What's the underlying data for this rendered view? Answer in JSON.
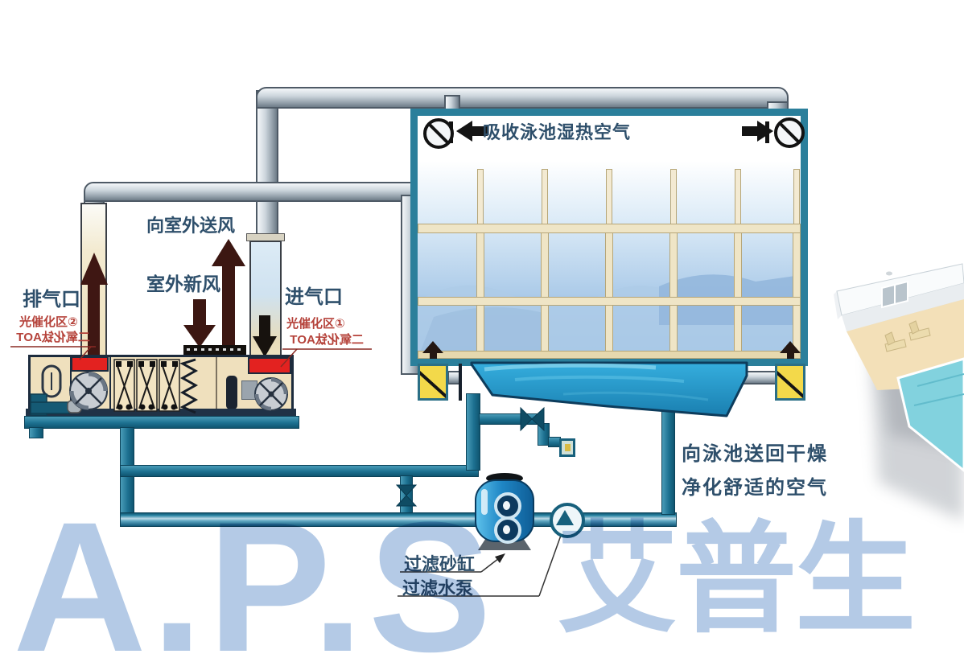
{
  "watermark": {
    "latin": "A.P.S",
    "cjk": "艾普生"
  },
  "pool_room": {
    "top_label": "吸收泳池湿热空气"
  },
  "ahu": {
    "exhaust_label": "排气口",
    "supply_out_label": "向室外送风",
    "fresh_air_label": "室外新风",
    "intake_label": "进气口",
    "photocatalytic_zone_2": "光催化区②",
    "photocatalytic_zone_1": "光催化区①",
    "tio2_label": "二氧化钛AOT"
  },
  "return_air": {
    "line1": "向泳池送回干燥",
    "line2": "净化舒适的空气"
  },
  "filtration": {
    "sand_filter_label": "过滤砂缸",
    "pump_label": "过滤水泵"
  },
  "colors": {
    "room_border": "#2b7f9b",
    "teal_pipe": "#1d7191",
    "gray_pipe": "#9fabb5",
    "red_block": "#e32222",
    "maroon_arrow": "#3c1712",
    "pool_water": "#2196c8",
    "yellow_valve": "#f3d94a",
    "cream_duct": "#efe0bb",
    "label_text": "#2e4f6b",
    "red_label_text": "#b5423a",
    "watermark_blue": "#aec6e4"
  }
}
